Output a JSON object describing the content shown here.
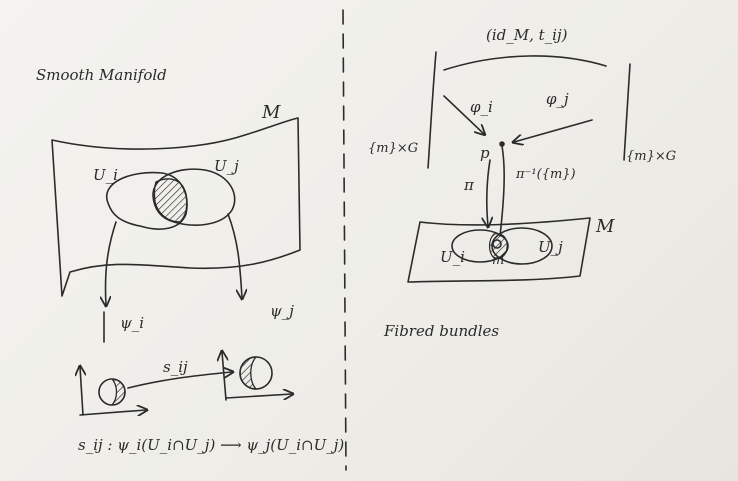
{
  "left_panel": {
    "title": "Smooth Manifold",
    "manifold_label": "M",
    "chart_i_label": "U_i",
    "chart_j_label": "U_j",
    "map_i_label": "ψ_i",
    "map_j_label": "ψ_j",
    "transition_label": "s_ij",
    "formula": "s_ij : ψ_i(U_i∩U_j) ⟶ ψ_j(U_i∩U_j)"
  },
  "right_panel": {
    "title": "Fibred bundles",
    "top_label": "(id_M, t_ij)",
    "fiber_left_label": "{m}×G",
    "fiber_right_label": "{m}×G",
    "phi_i_label": "φ_i",
    "phi_j_label": "φ_j",
    "point_label": "p",
    "preimage_label": "π⁻¹({m})",
    "projection_label": "π",
    "manifold_label": "M",
    "chart_i_label": "U_i",
    "chart_j_label": "U_j",
    "base_point_label": "m"
  },
  "colors": {
    "ink": "#2b2b2b",
    "paper": "#f1f0ec"
  }
}
